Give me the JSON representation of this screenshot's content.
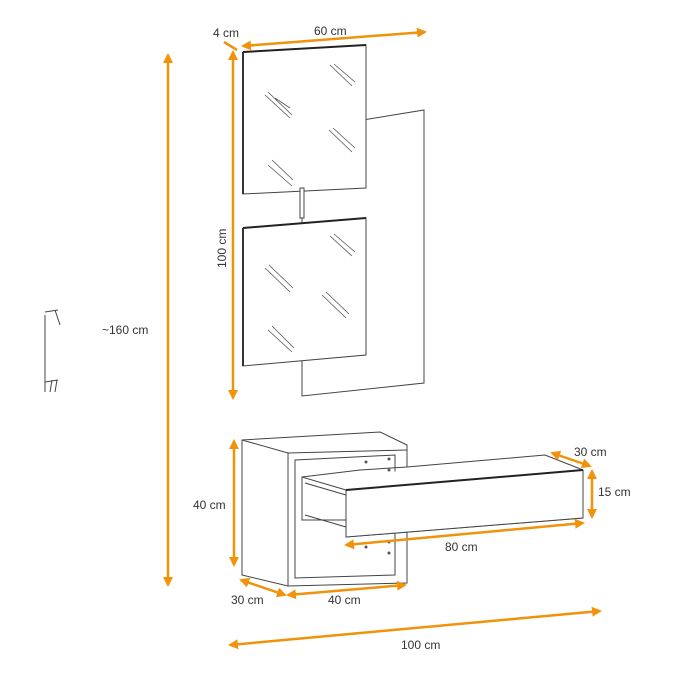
{
  "title": "Furniture dimensions diagram",
  "accent_color": "#f0920a",
  "dimensions": {
    "mirror_depth": "4 cm",
    "mirror_width": "60 cm",
    "mirror_height": "100 cm",
    "total_height": "~160 cm",
    "cabinet_height": "40 cm",
    "cabinet_depth": "30 cm",
    "cabinet_width": "40 cm",
    "drawer_depth": "30 cm",
    "drawer_height": "15 cm",
    "drawer_width": "80 cm",
    "total_width": "100 cm"
  }
}
